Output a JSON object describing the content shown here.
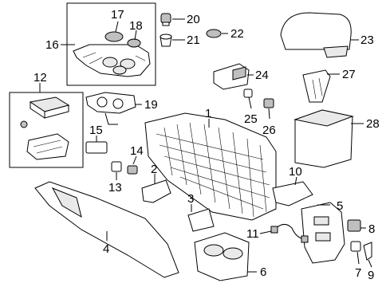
{
  "labels": {
    "c1": "1",
    "c2": "2",
    "c3": "3",
    "c4": "4",
    "c5": "5",
    "c6": "6",
    "c7": "7",
    "c8": "8",
    "c9": "9",
    "c10": "10",
    "c11": "11",
    "c12": "12",
    "c13": "13",
    "c14": "14",
    "c15": "15",
    "c16": "16",
    "c17": "17",
    "c18": "18",
    "c19": "19",
    "c20": "20",
    "c21": "21",
    "c22": "22",
    "c23": "23",
    "c24": "24",
    "c25": "25",
    "c26": "26",
    "c27": "27",
    "c28": "28"
  }
}
